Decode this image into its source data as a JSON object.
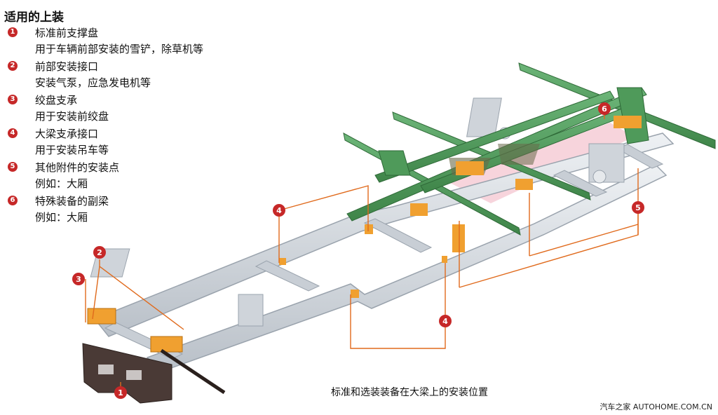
{
  "legend": {
    "title": "适用的上装",
    "items": [
      {
        "num": "1",
        "title": "标准前支撑盘",
        "desc": "用于车辆前部安装的雪铲，除草机等"
      },
      {
        "num": "2",
        "title": "前部安装接口",
        "desc": "安装气泵，应急发电机等"
      },
      {
        "num": "3",
        "title": "绞盘支承",
        "desc": "用于安装前绞盘"
      },
      {
        "num": "4",
        "title": "大梁支承接口",
        "desc": "用于安装吊车等"
      },
      {
        "num": "5",
        "title": "其他附件的安装点",
        "desc": "例如：大厢"
      },
      {
        "num": "6",
        "title": "特殊装备的副梁",
        "desc": "例如：大厢"
      }
    ]
  },
  "callouts": {
    "c1": "1",
    "c2": "2",
    "c3": "3",
    "c4a": "4",
    "c4b": "4",
    "c5": "5",
    "c6": "6"
  },
  "caption": "标准和选装装备在大梁上的安装位置",
  "watermark": "汽车之家 AUTOHOME.COM.CN",
  "colors": {
    "frame": "#d7dce2",
    "subframe": "#4f9a5a",
    "mount": "#f0a030",
    "bracket": "#4a3a36",
    "leader": "#e06a1c",
    "badge": "#c62828"
  }
}
